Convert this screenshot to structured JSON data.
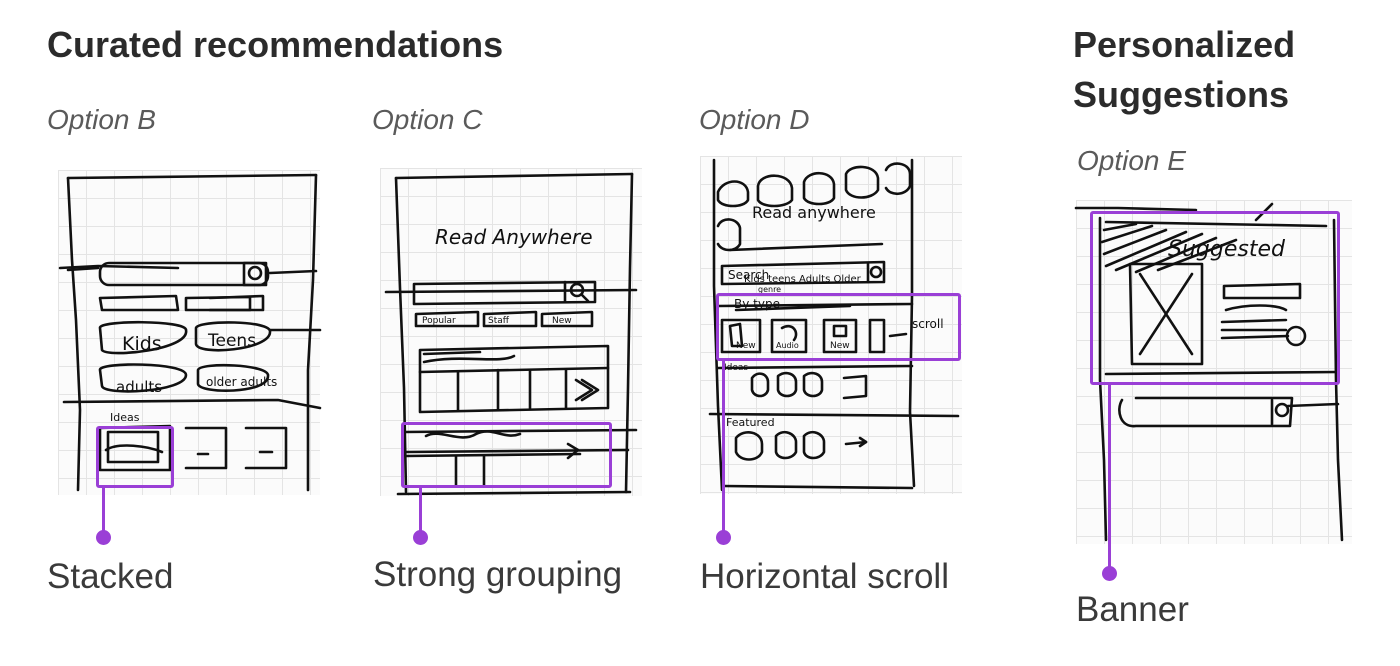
{
  "sections": {
    "curated_title": "Curated recommendations",
    "personalized_title_line1": "Personalized",
    "personalized_title_line2": "Suggestions"
  },
  "options": [
    {
      "label": "Option B",
      "caption": "Stacked"
    },
    {
      "label": "Option C",
      "caption": "Strong grouping"
    },
    {
      "label": "Option D",
      "caption": "Horizontal scroll"
    },
    {
      "label": "Option E",
      "caption": "Banner"
    }
  ],
  "sketch_text": {
    "b_kids": "Kids",
    "b_teens": "Teens",
    "b_adults": "adults",
    "b_older": "older adults",
    "b_ideas": "Ideas",
    "c_title": "Read Anywhere",
    "c_pill1": "Popular",
    "c_pill2": "Staff",
    "c_pill3": "New",
    "d_title": "Read anywhere",
    "d_search": "Search",
    "d_filters": "Kids  teens  Adults  Older",
    "d_genre": "genre",
    "d_bytype": "By type",
    "d_new": "New",
    "d_audio": "Audio",
    "d_scroll": "scroll",
    "d_ideas": "Ideas",
    "d_featured": "Featured",
    "e_suggested": "Suggested"
  },
  "accent_color": "#9a3fd6"
}
